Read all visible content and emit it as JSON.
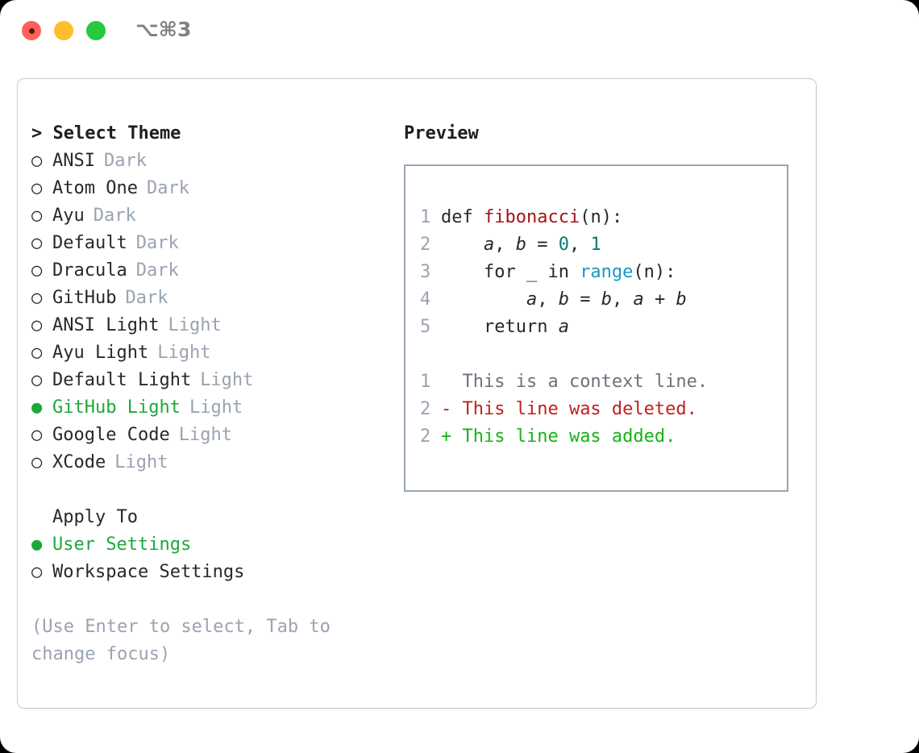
{
  "window": {
    "shortcut": "⌥⌘3",
    "traffic_lights": [
      "close-red",
      "minimize-yellow",
      "maximize-green"
    ]
  },
  "theme_picker": {
    "heading": "> Select Theme",
    "bullet_unselected": "○",
    "bullet_selected": "●",
    "items": [
      {
        "name": "ANSI",
        "tag": "Dark",
        "selected": false
      },
      {
        "name": "Atom One",
        "tag": "Dark",
        "selected": false
      },
      {
        "name": "Ayu",
        "tag": "Dark",
        "selected": false
      },
      {
        "name": "Default",
        "tag": "Dark",
        "selected": false
      },
      {
        "name": "Dracula",
        "tag": "Dark",
        "selected": false
      },
      {
        "name": "GitHub",
        "tag": "Dark",
        "selected": false
      },
      {
        "name": "ANSI Light",
        "tag": "Light",
        "selected": false
      },
      {
        "name": "Ayu Light",
        "tag": "Light",
        "selected": false
      },
      {
        "name": "Default Light",
        "tag": "Light",
        "selected": false
      },
      {
        "name": "GitHub Light",
        "tag": "Light",
        "selected": true
      },
      {
        "name": "Google Code",
        "tag": "Light",
        "selected": false
      },
      {
        "name": "XCode",
        "tag": "Light",
        "selected": false
      }
    ]
  },
  "apply_to": {
    "heading": "Apply To",
    "items": [
      {
        "name": "User Settings",
        "selected": true
      },
      {
        "name": "Workspace Settings",
        "selected": false
      }
    ]
  },
  "hint": "(Use Enter to select, Tab to change focus)",
  "preview": {
    "title": "Preview",
    "code_lines": [
      {
        "no": "1",
        "tokens": [
          {
            "t": "def ",
            "k": "plain"
          },
          {
            "t": "fibonacci",
            "k": "fn"
          },
          {
            "t": "(n):",
            "k": "plain"
          }
        ]
      },
      {
        "no": "2",
        "tokens": [
          {
            "t": "    ",
            "k": "plain"
          },
          {
            "t": "a",
            "k": "var"
          },
          {
            "t": ", ",
            "k": "plain"
          },
          {
            "t": "b",
            "k": "var"
          },
          {
            "t": " = ",
            "k": "plain"
          },
          {
            "t": "0",
            "k": "num"
          },
          {
            "t": ", ",
            "k": "plain"
          },
          {
            "t": "1",
            "k": "num"
          }
        ]
      },
      {
        "no": "3",
        "tokens": [
          {
            "t": "    for _ in ",
            "k": "plain"
          },
          {
            "t": "range",
            "k": "builtin"
          },
          {
            "t": "(n):",
            "k": "plain"
          }
        ]
      },
      {
        "no": "4",
        "tokens": [
          {
            "t": "        ",
            "k": "plain"
          },
          {
            "t": "a",
            "k": "var"
          },
          {
            "t": ", ",
            "k": "plain"
          },
          {
            "t": "b",
            "k": "var"
          },
          {
            "t": " = ",
            "k": "plain"
          },
          {
            "t": "b",
            "k": "var"
          },
          {
            "t": ", ",
            "k": "plain"
          },
          {
            "t": "a",
            "k": "var"
          },
          {
            "t": " + ",
            "k": "plain"
          },
          {
            "t": "b",
            "k": "var"
          }
        ]
      },
      {
        "no": "5",
        "tokens": [
          {
            "t": "    return ",
            "k": "plain"
          },
          {
            "t": "a",
            "k": "var"
          }
        ]
      }
    ],
    "diff_lines": [
      {
        "no": "1",
        "marker": " ",
        "text": " This is a context line.",
        "kind": "context"
      },
      {
        "no": "2",
        "marker": "-",
        "text": " This line was deleted.",
        "kind": "deleted"
      },
      {
        "no": "2",
        "marker": "+",
        "text": " This line was added.",
        "kind": "added"
      }
    ]
  },
  "colors": {
    "accent_green": "#1da83c",
    "muted": "#9aa3b0",
    "text": "#24292e",
    "diff_add": "#17b317",
    "diff_del": "#c02020",
    "fn": "#a31515",
    "num": "#0a7a74",
    "builtin": "#1899c4"
  }
}
